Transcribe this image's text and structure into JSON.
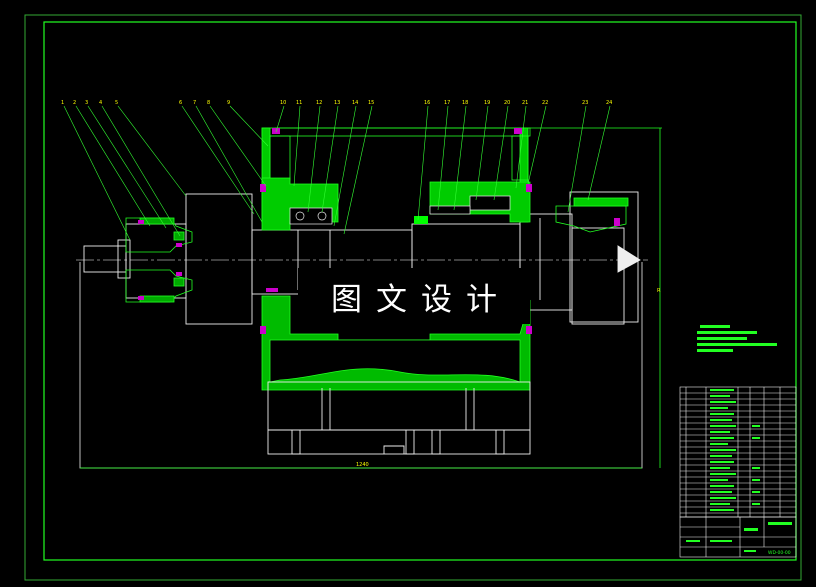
{
  "drawing": {
    "balloons": [
      "1",
      "2",
      "3",
      "4",
      "5",
      "6",
      "7",
      "8",
      "9",
      "10",
      "11",
      "12",
      "13",
      "14",
      "15",
      "16",
      "17",
      "18",
      "19",
      "20",
      "21",
      "22",
      "23",
      "24"
    ],
    "overall_length_label": "1240",
    "height_label": "R"
  },
  "watermark": {
    "text": "图文设计"
  },
  "title_block": {
    "drawing_number": "WD-00-00"
  }
}
